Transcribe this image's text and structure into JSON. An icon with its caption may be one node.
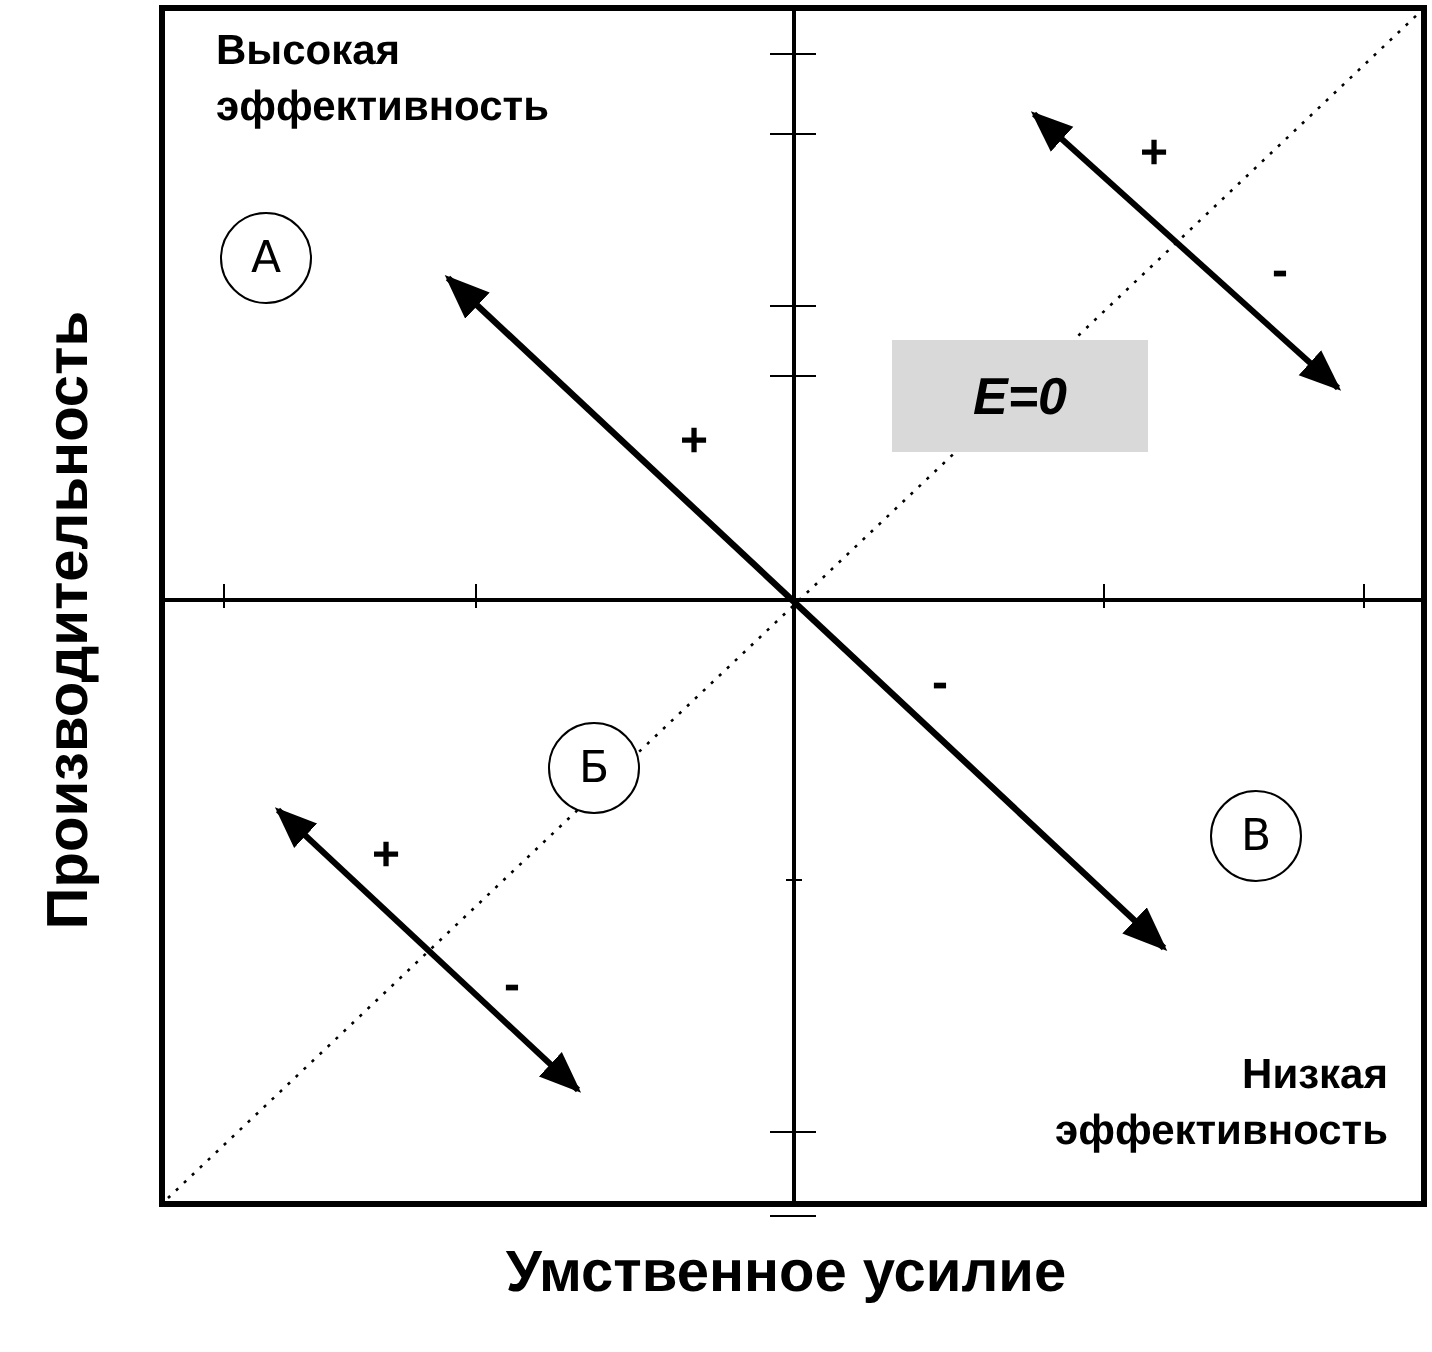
{
  "diagram": {
    "nodes": [
      {
        "text": [
          "А"
        ]
      },
      {
        "text": [
          "Б"
        ]
      },
      {
        "text": [
          "В"
        ]
      },
      {
        "text": [
          "E=0"
        ]
      }
    ],
    "labels": [
      "Высокая эффективность",
      "+",
      "-",
      "+",
      "-",
      "+",
      "-",
      "Низкая эффективность",
      "Производительность",
      "Умственное усилие"
    ]
  }
}
